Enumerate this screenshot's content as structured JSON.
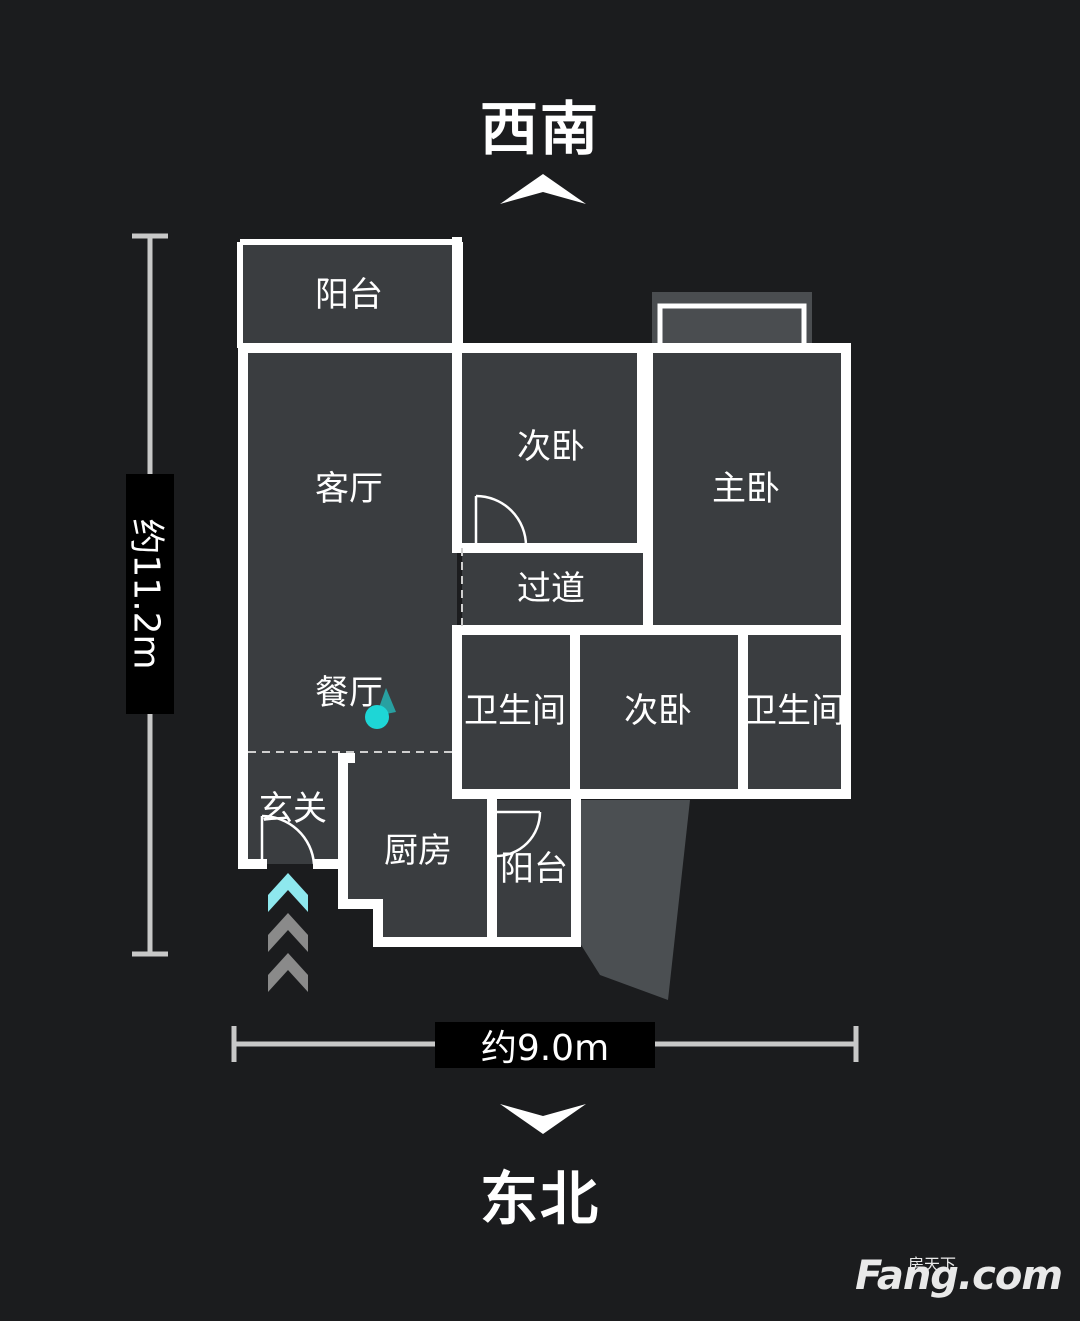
{
  "orientation": {
    "top_direction": "西南",
    "bottom_direction": "东北"
  },
  "dimensions": {
    "height": "约11.2m",
    "width": "约9.0m"
  },
  "rooms": {
    "balcony_top": "阳台",
    "living_room": "客厅",
    "bedroom_second_1": "次卧",
    "master_bedroom": "主卧",
    "corridor": "过道",
    "dining_room": "餐厅",
    "bathroom_1": "卫生间",
    "bedroom_second_2": "次卧",
    "bathroom_2": "卫生间",
    "entrance": "玄关",
    "kitchen": "厨房",
    "balcony_bottom": "阳台"
  },
  "colors": {
    "background": "#1b1c1e",
    "wall": "#ffffff",
    "floor": "#3a3d40",
    "position_marker": "#1ed6d6",
    "entry_arrow_active": "#8ee8ee",
    "entry_arrow_inactive": "#8a8a8a"
  },
  "icons": {
    "north_arrow": "chevron-up-icon",
    "south_arrow": "chevron-down-icon",
    "entry_indicator": "double-chevron-up-icon",
    "current_position": "location-dot-icon"
  },
  "watermark": {
    "small": "房天下",
    "big": "Fang.com"
  }
}
